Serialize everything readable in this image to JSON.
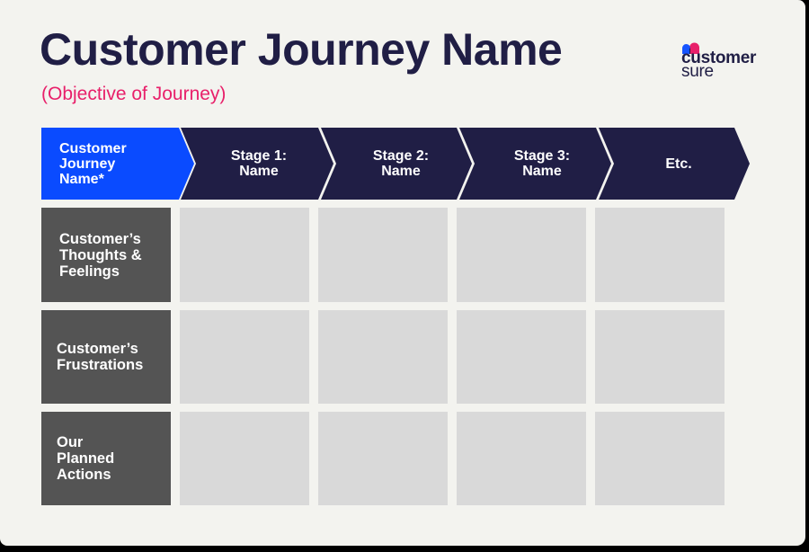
{
  "header": {
    "title": "Customer Journey Name",
    "subtitle": "(Objective of Journey)"
  },
  "logo": {
    "line1": "customer",
    "line2": "sure",
    "colors": {
      "blue": "#0A4BFF",
      "pink": "#E8206A",
      "text": "#201E45"
    }
  },
  "stages": [
    {
      "label_lines": [
        "Customer",
        "Journey",
        "Name*"
      ],
      "color": "#0A4BFF"
    },
    {
      "label_lines": [
        "Stage 1:",
        "Name"
      ],
      "color": "#201E45"
    },
    {
      "label_lines": [
        "Stage 2:",
        "Name"
      ],
      "color": "#201E45"
    },
    {
      "label_lines": [
        "Stage 3:",
        "Name"
      ],
      "color": "#201E45"
    },
    {
      "label_lines": [
        "Etc."
      ],
      "color": "#201E45"
    }
  ],
  "rows": [
    {
      "label_lines": [
        "Customer’s",
        "Thoughts &",
        "Feelings"
      ],
      "cells": [
        "",
        "",
        "",
        ""
      ]
    },
    {
      "label_lines": [
        "Customer’s",
        "Frustrations"
      ],
      "cells": [
        "",
        "",
        "",
        ""
      ]
    },
    {
      "label_lines": [
        "Our",
        "Planned",
        "Actions"
      ],
      "cells": [
        "",
        "",
        "",
        ""
      ]
    }
  ],
  "colors": {
    "background": "#F3F3EF",
    "title": "#201E45",
    "subtitle": "#E8206A",
    "row_label_bg": "#545454",
    "cell_bg": "#D9D9D9"
  }
}
